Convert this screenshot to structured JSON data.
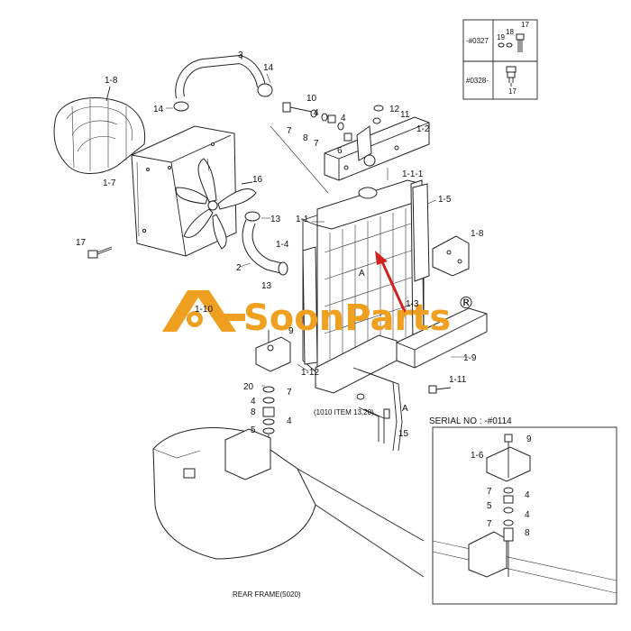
{
  "callouts": [
    {
      "id": "c-1-8",
      "text": "1-8"
    },
    {
      "id": "c-14a",
      "text": "14"
    },
    {
      "id": "c-3",
      "text": "3"
    },
    {
      "id": "c-14b",
      "text": "14"
    },
    {
      "id": "c-10",
      "text": "10"
    },
    {
      "id": "c-4a",
      "text": "4"
    },
    {
      "id": "c-7a",
      "text": "7"
    },
    {
      "id": "c-8a",
      "text": "8"
    },
    {
      "id": "c-4b",
      "text": "4"
    },
    {
      "id": "c-7b",
      "text": "7"
    },
    {
      "id": "c-6",
      "text": "6"
    },
    {
      "id": "c-12",
      "text": "12"
    },
    {
      "id": "c-11",
      "text": "11"
    },
    {
      "id": "c-1-2",
      "text": "1-2"
    },
    {
      "id": "c-1-7",
      "text": "1-7"
    },
    {
      "id": "c-16",
      "text": "16"
    },
    {
      "id": "c-1-1-1",
      "text": "1-1-1"
    },
    {
      "id": "c-1-5",
      "text": "1-5"
    },
    {
      "id": "c-13a",
      "text": "13"
    },
    {
      "id": "c-1-1",
      "text": "1-1"
    },
    {
      "id": "c-17",
      "text": "17"
    },
    {
      "id": "c-1-4",
      "text": "1-4"
    },
    {
      "id": "c-1-8b",
      "text": "1-8"
    },
    {
      "id": "c-2",
      "text": "2"
    },
    {
      "id": "c-13b",
      "text": "13"
    },
    {
      "id": "c-A1",
      "text": "A"
    },
    {
      "id": "c-1-3",
      "text": "1-3"
    },
    {
      "id": "c-1-10",
      "text": "1-10"
    },
    {
      "id": "c-9",
      "text": "9"
    },
    {
      "id": "c-1-9",
      "text": "1-9"
    },
    {
      "id": "c-1-12",
      "text": "1-12"
    },
    {
      "id": "c-1-11",
      "text": "1-11"
    },
    {
      "id": "c-20",
      "text": "20"
    },
    {
      "id": "c-7c",
      "text": "7"
    },
    {
      "id": "c-4c",
      "text": "4"
    },
    {
      "id": "c-8b",
      "text": "8"
    },
    {
      "id": "c-5",
      "text": "5"
    },
    {
      "id": "c-4d",
      "text": "4"
    },
    {
      "id": "c-A2",
      "text": "A"
    },
    {
      "id": "c-15",
      "text": "15"
    }
  ],
  "note_1010": "(1010 ITEM 13,20)",
  "rear_frame": "REAR FRAME(5020)",
  "inset_table": {
    "row1_serial": "-#0327",
    "row2_serial": "#0328-",
    "labels": {
      "l19": "19",
      "l18": "18",
      "l17a": "17",
      "l17b": "17"
    }
  },
  "serial_inset": {
    "title": "SERIAL NO : -#0114",
    "labels": {
      "l9": "9",
      "l1_6": "1-6",
      "l7a": "7",
      "l4a": "4",
      "l5": "5",
      "l4b": "4",
      "l7b": "7",
      "l8": "8"
    }
  },
  "watermark": {
    "text": "SoonParts",
    "registered": "®"
  },
  "colors": {
    "watermark": "#f0a020",
    "arrow": "#d42020",
    "line": "#222222"
  }
}
